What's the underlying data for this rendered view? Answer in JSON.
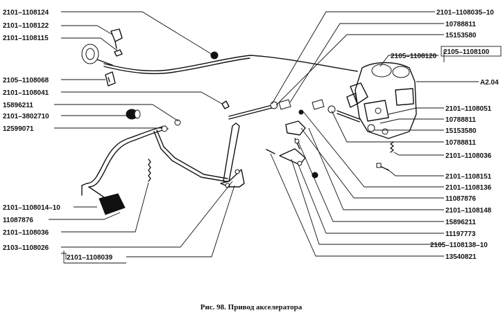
{
  "caption": "Рис. 98. Привод акселератора",
  "labels_left": [
    "2101–1108124",
    "2101–1108122",
    "2101–1108115",
    "2105–1108068",
    "2101–1108041",
    "15896211",
    "2101–3802710",
    "12599071",
    "2101–1108014–10",
    "11087876",
    "2101–1108036",
    "2103–1108026",
    "2101–1108039"
  ],
  "labels_right": [
    "2101–1108035–10",
    "10788811",
    "15153580",
    "2105–1108120",
    "2105–1108100",
    "A2.04",
    "2101–1108051",
    "10788811",
    "15153580",
    "10788811",
    "2101–1108036",
    "2101–1108151",
    "2101–1108136",
    "11087876",
    "2101–1108148",
    "15896211",
    "11197773",
    "2105–1108138–10",
    "13540821"
  ]
}
